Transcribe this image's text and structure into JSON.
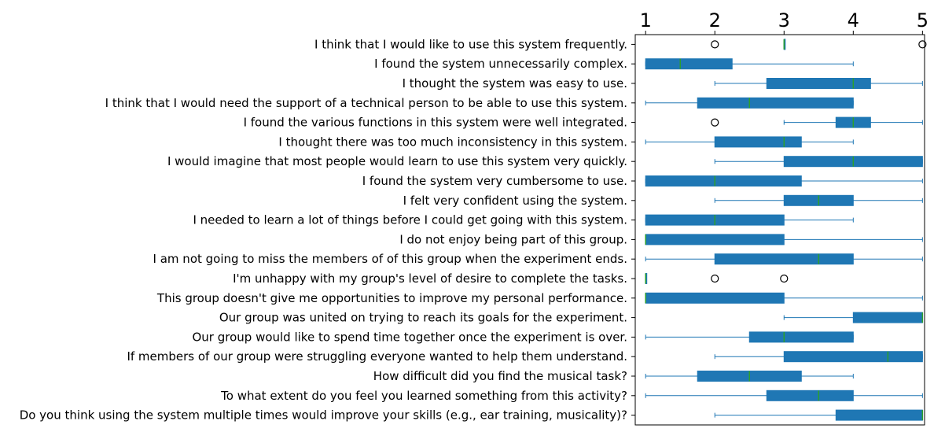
{
  "chart_data": {
    "type": "boxplot",
    "orientation": "horizontal",
    "xlim": [
      0.85,
      5.03
    ],
    "xticks": [
      "1",
      "2",
      "3",
      "4",
      "5"
    ],
    "x_axis_position": "top",
    "grid": false,
    "box_color": "#1f77b4",
    "median_color": "#2ca02c",
    "categories": [
      "I think that I would like to use this system frequently.",
      "I found the system unnecessarily complex.",
      "I thought the system was easy to use.",
      "I think that I would need the support of a technical person to be able to use this system.",
      "I found the various functions in this system were well integrated.",
      "I thought there was too much inconsistency in this system.",
      "I would imagine that most people would learn to use this system very quickly.",
      "I found the system very cumbersome to use.",
      "I felt very confident using the system.",
      "I needed to learn a lot of things before I could get going with this system.",
      "I do not enjoy being part of this group.",
      "I am not going to miss the members of of this group when the experiment ends.",
      "I'm unhappy with my group's level of desire to complete the tasks.",
      "This group doesn't give me opportunities to improve my personal performance.",
      "Our group was united on trying to reach its goals for the experiment.",
      "Our group would like to spend time together once the experiment is over.",
      "If members of our group were struggling everyone wanted to help them understand.",
      "How difficult did you find the musical task?",
      "To what extent do you feel you learned something from this activity?",
      "Do you think using the system multiple times would improve your skills (e.g., ear training, musicality)?"
    ],
    "boxes": [
      {
        "whislo": 3,
        "q1": 3,
        "med": 3,
        "q3": 3,
        "whishi": 3,
        "fliers": [
          2,
          5
        ]
      },
      {
        "whislo": 1,
        "q1": 1,
        "med": 1.5,
        "q3": 2.25,
        "whishi": 4,
        "fliers": []
      },
      {
        "whislo": 2,
        "q1": 2.75,
        "med": 4,
        "q3": 4.25,
        "whishi": 5,
        "fliers": []
      },
      {
        "whislo": 1,
        "q1": 1.75,
        "med": 2.5,
        "q3": 4,
        "whishi": 4,
        "fliers": []
      },
      {
        "whislo": 3,
        "q1": 3.75,
        "med": 4,
        "q3": 4.25,
        "whishi": 5,
        "fliers": [
          2
        ]
      },
      {
        "whislo": 1,
        "q1": 2,
        "med": 3,
        "q3": 3.25,
        "whishi": 4,
        "fliers": []
      },
      {
        "whislo": 2,
        "q1": 3,
        "med": 4,
        "q3": 5,
        "whishi": 5,
        "fliers": []
      },
      {
        "whislo": 1,
        "q1": 1,
        "med": 2,
        "q3": 3.25,
        "whishi": 5,
        "fliers": []
      },
      {
        "whislo": 2,
        "q1": 3,
        "med": 3.5,
        "q3": 4,
        "whishi": 5,
        "fliers": []
      },
      {
        "whislo": 1,
        "q1": 1,
        "med": 2,
        "q3": 3,
        "whishi": 4,
        "fliers": []
      },
      {
        "whislo": 1,
        "q1": 1,
        "med": 1,
        "q3": 3,
        "whishi": 5,
        "fliers": []
      },
      {
        "whislo": 1,
        "q1": 2,
        "med": 3.5,
        "q3": 4,
        "whishi": 5,
        "fliers": []
      },
      {
        "whislo": 1,
        "q1": 1,
        "med": 1,
        "q3": 1,
        "whishi": 1,
        "fliers": [
          2,
          3
        ]
      },
      {
        "whislo": 1,
        "q1": 1,
        "med": 1,
        "q3": 3,
        "whishi": 5,
        "fliers": []
      },
      {
        "whislo": 3,
        "q1": 4,
        "med": 5,
        "q3": 5,
        "whishi": 5,
        "fliers": []
      },
      {
        "whislo": 1,
        "q1": 2.5,
        "med": 3,
        "q3": 4,
        "whishi": 4,
        "fliers": []
      },
      {
        "whislo": 2,
        "q1": 3,
        "med": 4.5,
        "q3": 5,
        "whishi": 5,
        "fliers": []
      },
      {
        "whislo": 1,
        "q1": 1.75,
        "med": 2.5,
        "q3": 3.25,
        "whishi": 4,
        "fliers": []
      },
      {
        "whislo": 1,
        "q1": 2.75,
        "med": 3.5,
        "q3": 4,
        "whishi": 5,
        "fliers": []
      },
      {
        "whislo": 2,
        "q1": 3.75,
        "med": 5,
        "q3": 5,
        "whishi": 5,
        "fliers": []
      }
    ]
  }
}
